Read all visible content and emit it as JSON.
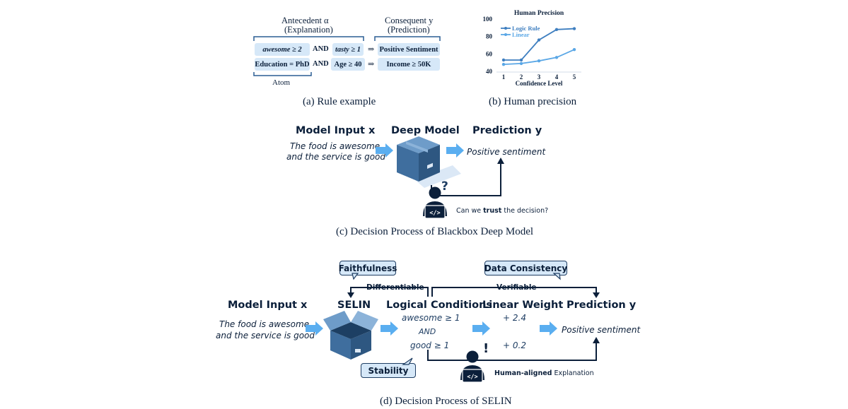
{
  "panel_a": {
    "antecedent_title": "Antecedent α",
    "antecedent_sub": "(Explanation)",
    "consequent_title": "Consequent y",
    "consequent_sub": "(Prediction)",
    "row1": {
      "atom1": "awesome ≥ 2",
      "and": "AND",
      "atom2": "tasty ≥ 1",
      "implies": "⇒",
      "consequent": "Positive Sentiment"
    },
    "row2": {
      "atom1": "Education = PhD",
      "and": "AND",
      "atom2": "Age ≥ 40",
      "implies": "⇒",
      "consequent": "Income ≥ 50K"
    },
    "atom_label": "Atom",
    "caption": "(a) Rule example"
  },
  "panel_b": {
    "caption": "(b) Human precision",
    "chart_data": {
      "type": "line",
      "title": "Human Precision",
      "xlabel": "Confidence Level",
      "ylabel": "",
      "x": [
        1,
        2,
        3,
        4,
        5
      ],
      "ylim": [
        40,
        100
      ],
      "yticks": [
        40,
        60,
        80,
        100
      ],
      "legend": "top-left",
      "series": [
        {
          "name": "Logic Rule",
          "values": [
            53,
            53,
            76,
            88,
            89
          ],
          "color": "#3f7fc0"
        },
        {
          "name": "Linear",
          "values": [
            48,
            49,
            52,
            56,
            65
          ],
          "color": "#5aa7e6"
        }
      ]
    }
  },
  "panel_c": {
    "model_input": "Model Input x",
    "input_line1": "The food is awesome,",
    "input_line2": "and the service is good",
    "deep_model": "Deep Model",
    "prediction": "Prediction y",
    "output": "Positive sentiment",
    "question_mark": "?",
    "trust_pre": "Can we ",
    "trust_bold": "trust",
    "trust_post": " the decision?",
    "caption": "(c) Decision Process of Blackbox Deep Model"
  },
  "panel_d": {
    "faithfulness": "Faithfulness",
    "data_consistency": "Data Consistency",
    "differentiable": "Differentiable",
    "verifiable": "Verifiable",
    "model_input": "Model Input x",
    "selin": "SELIN",
    "logical_conditions": "Logical Conditions",
    "linear_weight": "Linear Weight",
    "prediction": "Prediction y",
    "input_line1": "The food is awesome,",
    "input_line2": "and the service is good",
    "cond1": "awesome ≥ 1",
    "cond_and": "AND",
    "cond2": "good ≥ 1",
    "weight1": "+ 2.4",
    "weight2": "+ 0.2",
    "output": "Positive sentiment",
    "stability": "Stability",
    "exclamation": "!",
    "human_bold": "Human-aligned",
    "human_rest": " Explanation",
    "caption": "(d) Decision Process of SELIN"
  },
  "colors": {
    "navy": "#0b1f3a",
    "chip": "#d6e8f8",
    "arrow": "#5aaef0",
    "box": "#3f6e9e"
  }
}
